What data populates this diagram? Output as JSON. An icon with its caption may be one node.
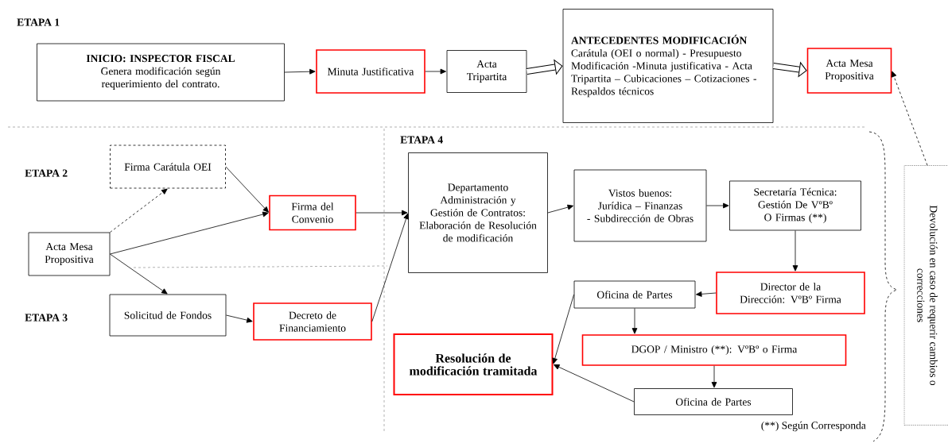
{
  "diagram": {
    "nodes": [
      {
        "text": [
          "INICIO: INSPECTOR FISCAL",
          "Genera modificación según requerimiento del contrato."
        ]
      },
      {
        "text": [
          "Minuta Justificativa"
        ]
      },
      {
        "text": [
          "Acta Tripartita"
        ]
      },
      {
        "text": [
          "ANTECEDENTES MODIFICACIÓN",
          "Carátula (OEI o normal) - Presupuesto Modificación -Minuta justificativa - Acta Tripartita – Cubicaciones – Cotizaciones - Respaldos técnicos"
        ]
      },
      {
        "text": [
          "Acta Mesa Propositiva"
        ]
      },
      {
        "text": [
          "Firma Carátula OEI"
        ]
      },
      {
        "text": [
          "Firma del Convenio"
        ]
      },
      {
        "text": [
          "Acta Mesa Propositiva"
        ]
      },
      {
        "text": [
          "Solicitud de Fondos"
        ]
      },
      {
        "text": [
          "Decreto de Financiamiento"
        ]
      },
      {
        "text": [
          "Departamento Administración y Gestión de Contratos: Elaboración de Resolución de modificación"
        ]
      },
      {
        "text": [
          "Vistos buenos: Jurídica – Finanzas - Subdirección de Obras"
        ]
      },
      {
        "text": [
          "Secretaría Técnica: Gestión De VºBº O Firmas (**)"
        ]
      },
      {
        "text": [
          "Director de la Dirección: VºBº Firma"
        ]
      },
      {
        "text": [
          "Oficina de Partes"
        ]
      },
      {
        "text": [
          "DGOP / Ministro (**): VºBº o Firma"
        ]
      },
      {
        "text": [
          "Oficina de Partes"
        ]
      },
      {
        "text": [
          "Resolución de modificación tramitada"
        ]
      },
      {
        "text": [
          "Devolución en caso de requerir cambios o correcciones"
        ]
      }
    ],
    "edges": [
      {
        "from": 0,
        "to": 1,
        "arrow": "to"
      },
      {
        "from": 1,
        "to": 2,
        "arrow": "to"
      },
      {
        "from": 2,
        "to": 3,
        "arrow": "to",
        "style": "thick"
      },
      {
        "from": 3,
        "to": 4,
        "arrow": "to",
        "style": "thick"
      },
      {
        "from": 7,
        "to": 5,
        "arrow": "to",
        "style": "dashed"
      },
      {
        "from": 5,
        "to": 6,
        "arrow": "to"
      },
      {
        "from": 7,
        "to": 6,
        "arrow": "to"
      },
      {
        "from": 7,
        "to": 8,
        "arrow": "to"
      },
      {
        "from": 8,
        "to": 9,
        "arrow": "to"
      },
      {
        "from": 6,
        "to": 10,
        "arrow": "to"
      },
      {
        "from": 9,
        "to": 10,
        "arrow": "to"
      },
      {
        "from": 10,
        "to": 11,
        "arrow": "to"
      },
      {
        "from": 11,
        "to": 12,
        "arrow": "to"
      },
      {
        "from": 12,
        "to": 13,
        "arrow": "to"
      },
      {
        "from": 13,
        "to": 14,
        "arrow": "to"
      },
      {
        "from": 14,
        "to": 15,
        "arrow": "to"
      },
      {
        "from": 14,
        "to": 17,
        "arrow": "to"
      },
      {
        "from": 15,
        "to": 16,
        "arrow": "to"
      },
      {
        "from": 16,
        "to": 17,
        "arrow": "to"
      },
      {
        "from": 18,
        "to": 4,
        "arrow": "to",
        "style": "dashed"
      }
    ],
    "labels": [
      "ETAPA 1",
      "ETAPA 2",
      "ETAPA 3",
      "ETAPA 4",
      "(**) Según Corresponda"
    ]
  }
}
